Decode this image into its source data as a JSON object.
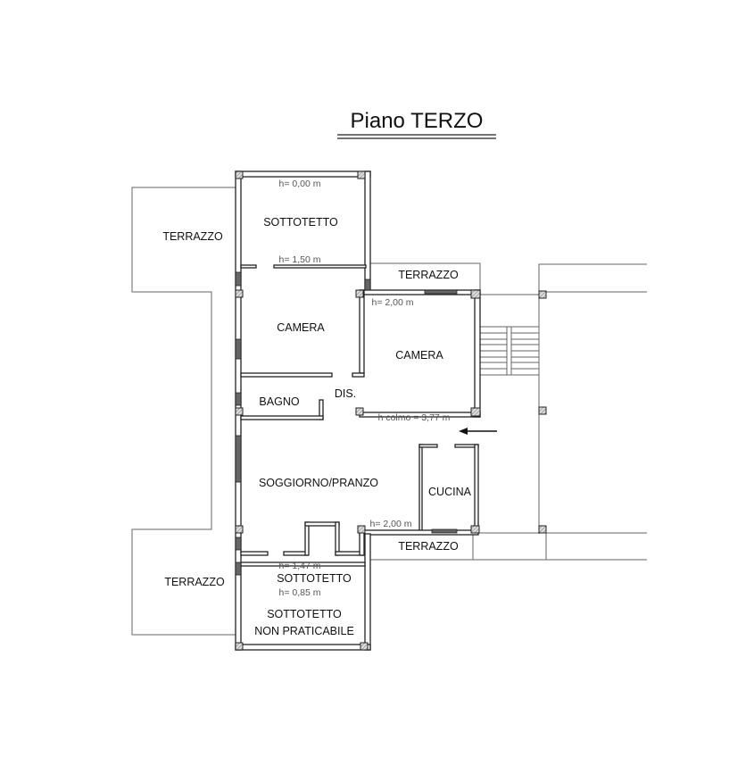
{
  "title": "Piano TERZO",
  "rooms": {
    "sottotetto_top": "SOTTOTETTO",
    "terrazzo_left_top": "TERRAZZO",
    "terrazzo_top_right": "TERRAZZO",
    "camera_left": "CAMERA",
    "camera_right": "CAMERA",
    "dis": "DIS.",
    "bagno": "BAGNO",
    "soggiorno": "SOGGIORNO/PRANZO",
    "cucina": "CUCINA",
    "terrazzo_bottom_right": "TERRAZZO",
    "terrazzo_left_bottom": "TERRAZZO",
    "sottotetto_bottom": "SOTTOTETTO",
    "sottotetto_np_1": "SOTTOTETTO",
    "sottotetto_np_2": "NON PRATICABILE"
  },
  "heights": {
    "h_000": "h= 0,00 m",
    "h_150": "h= 1,50 m",
    "h_200_top": "h= 2,00 m",
    "h_colmo": "h colmo = 3,77 m",
    "h_200_bottom": "h= 2,00 m",
    "h_147": "h= 1,47 m",
    "h_085": "h= 0,85 m"
  }
}
